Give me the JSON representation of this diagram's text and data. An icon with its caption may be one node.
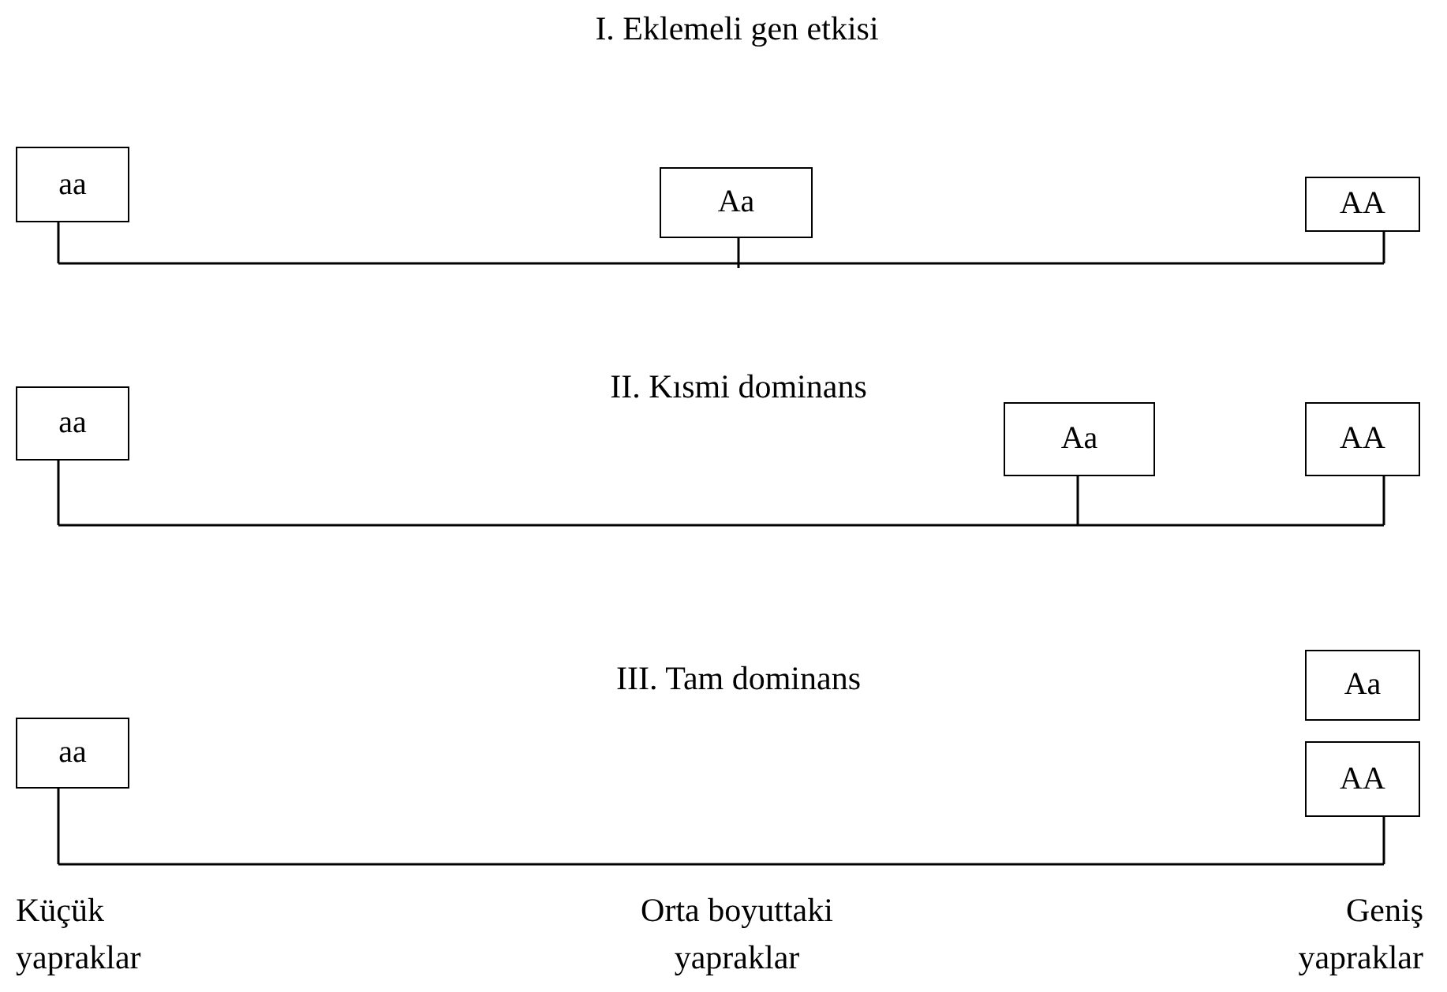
{
  "diagram": {
    "nodes": [
      {
        "text": [
          "aa"
        ]
      },
      {
        "text": [
          "Aa"
        ]
      },
      {
        "text": [
          "AA"
        ]
      },
      {
        "text": [
          "aa"
        ]
      },
      {
        "text": [
          "Aa"
        ]
      },
      {
        "text": [
          "AA"
        ]
      },
      {
        "text": [
          "Aa"
        ]
      },
      {
        "text": [
          "aa"
        ]
      },
      {
        "text": [
          "AA"
        ]
      }
    ],
    "edges": [],
    "labels": [
      "I. Eklemeli gen etkisi",
      "II. Kısmi dominans",
      "III. Tam dominans",
      "Küçük yapraklar",
      "Orta boyuttaki yapraklar",
      "Geniş yapraklar"
    ]
  }
}
